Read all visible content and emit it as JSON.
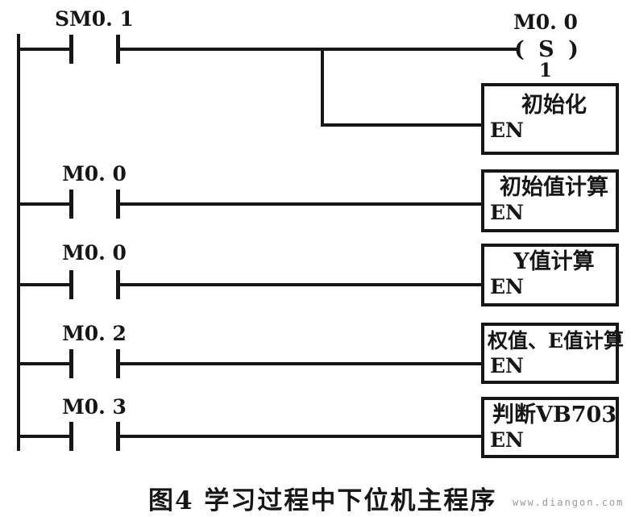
{
  "rungs": [
    {
      "contact_label": "SM0. 1",
      "coil": {
        "label": "M0. 0",
        "symbol": "( S )",
        "sub": "1"
      },
      "box_title": "初始化",
      "en_label": "EN"
    },
    {
      "contact_label": "M0. 0",
      "box_title": "初始值计算",
      "en_label": "EN"
    },
    {
      "contact_label": "M0. 0",
      "box_title": "Y值计算",
      "en_label": "EN"
    },
    {
      "contact_label": "M0. 2",
      "box_title": "权值、E值计算",
      "en_label": "EN"
    },
    {
      "contact_label": "M0. 3",
      "box_title": "判断VB703",
      "en_label": "EN"
    }
  ],
  "caption": "图4 学习过程中下位机主程序",
  "watermark": "www.diangon.com",
  "colors": {
    "ink": "#161616",
    "paper": "#ffffff",
    "watermark": "#9a9a9a"
  }
}
